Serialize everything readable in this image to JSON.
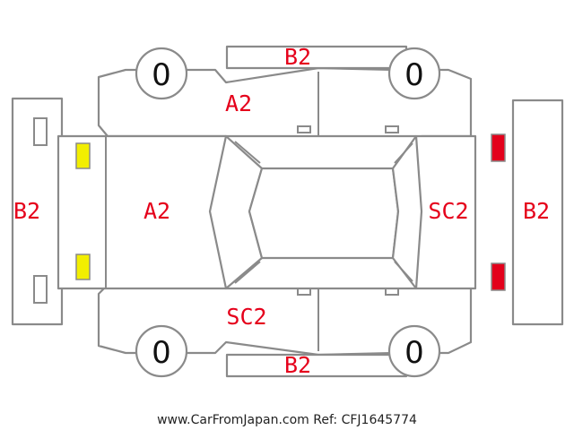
{
  "tires": {
    "front_left": "0",
    "front_right": "0",
    "rear_left": "0",
    "rear_right": "0"
  },
  "damage": {
    "roof_top": "B2",
    "roof_bottom": "B2",
    "rear_door_top": "A2",
    "hood": "A2",
    "front_bumper": "B2",
    "rear_bumper": "B2",
    "tailgate": "SC2",
    "door_bottom": "SC2"
  },
  "lights": {
    "front_color": "#f2ee00",
    "rear_color": "#e3001b"
  },
  "colors": {
    "label": "#e5001b",
    "outline": "#8a8a8a"
  },
  "footer": "www.CarFromJapan.com Ref: CFJ1645774"
}
